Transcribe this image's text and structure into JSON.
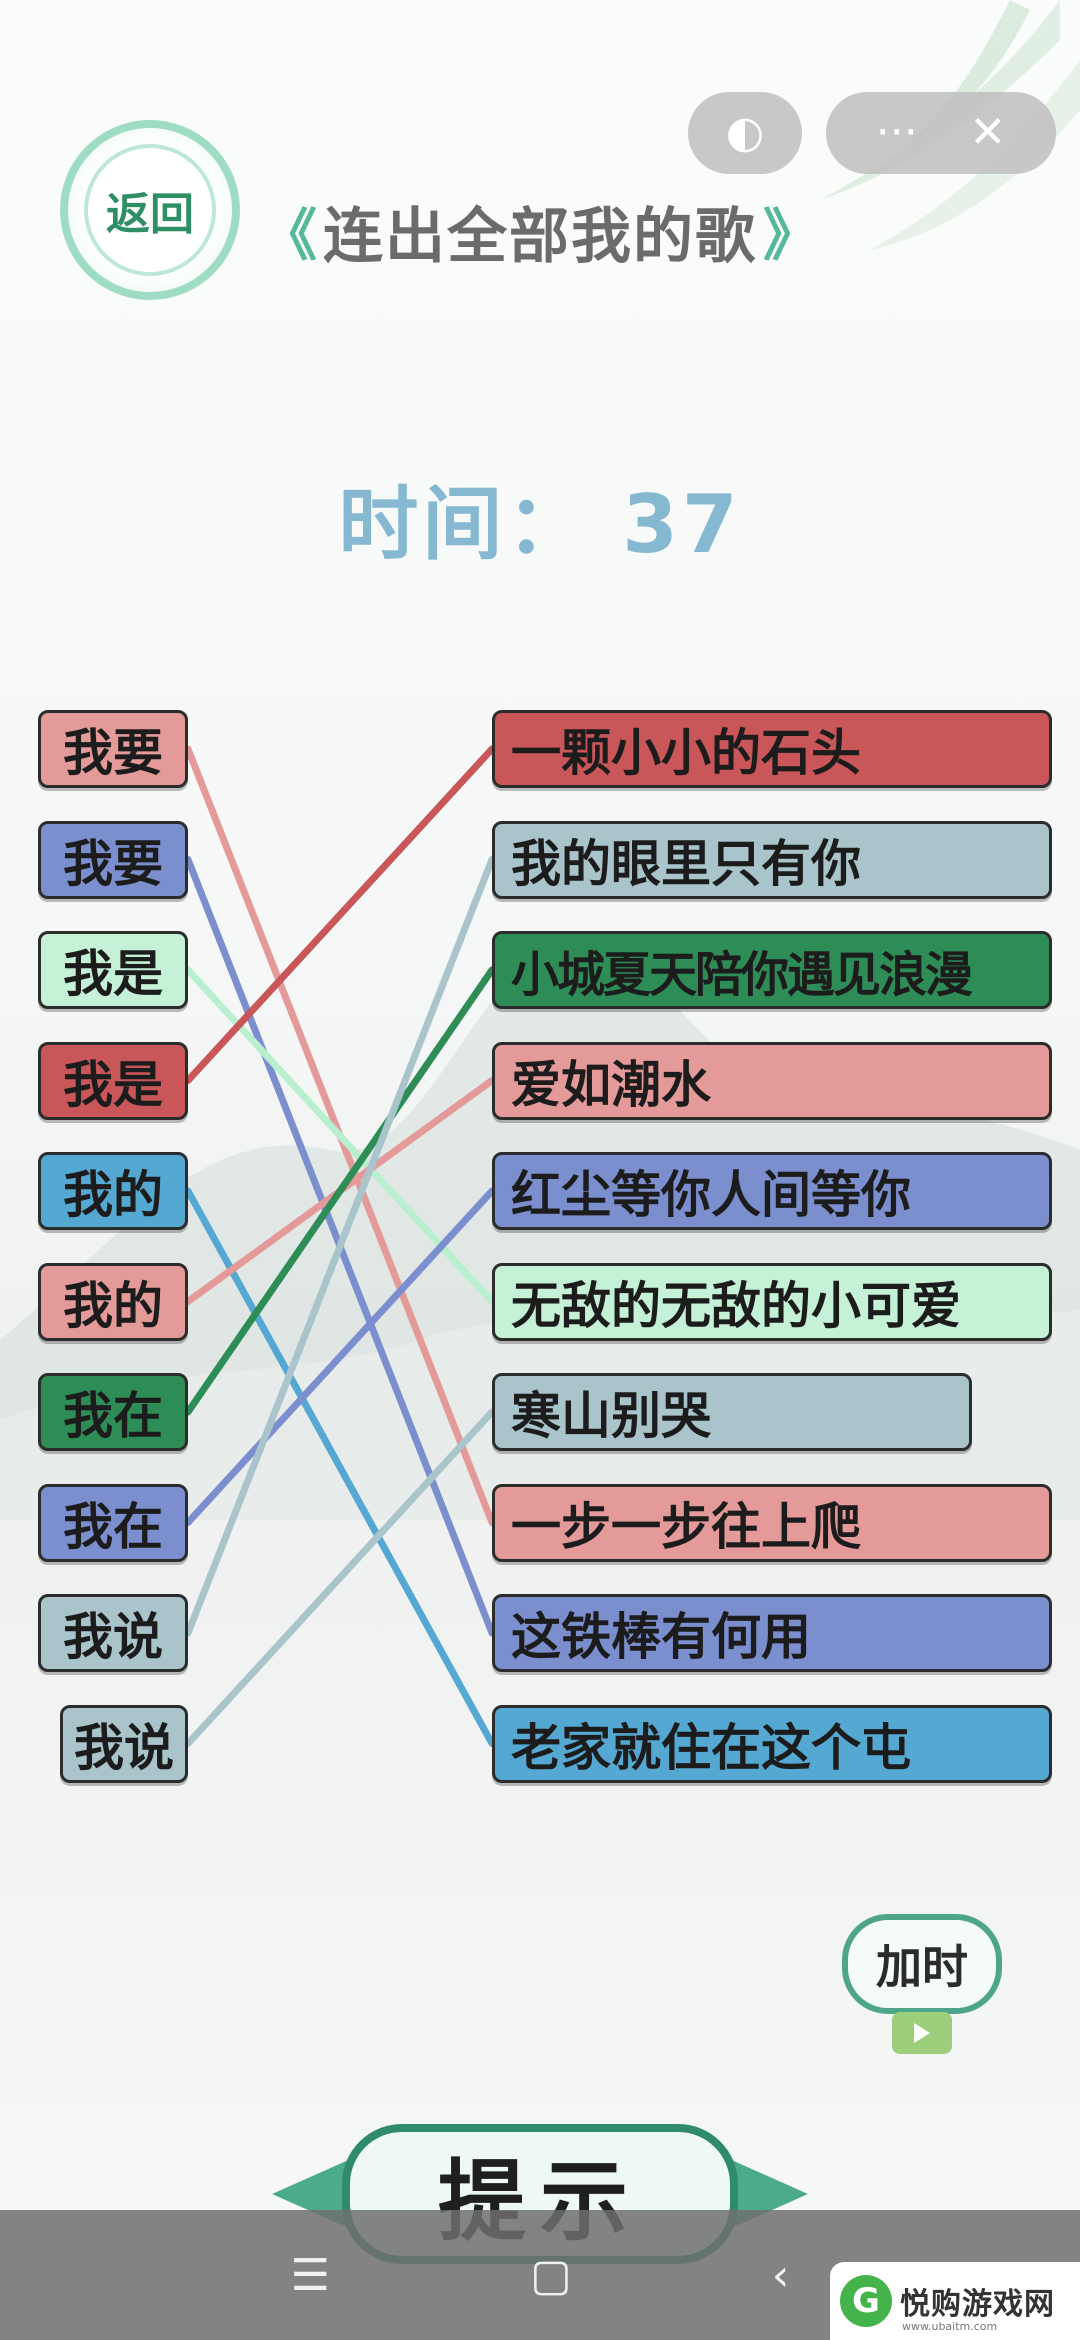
{
  "header": {
    "back_label": "返回",
    "title": "连出全部我的歌",
    "title_deco_left": "《",
    "title_deco_right": "》"
  },
  "capsule": {
    "left_icon": "mini-program-icon",
    "more_icon": "more-dots-icon",
    "close_icon": "close-icon",
    "more_glyph": "···",
    "close_glyph": "✕",
    "left_glyph": "◐"
  },
  "timer": {
    "text": "时间： 37",
    "value": 37
  },
  "left_items": [
    {
      "label": "我要",
      "color": "#e39a99"
    },
    {
      "label": "我要",
      "color": "#7b8fcf"
    },
    {
      "label": "我是",
      "color": "#c5f1d6"
    },
    {
      "label": "我是",
      "color": "#c9575a"
    },
    {
      "label": "我的",
      "color": "#54a8d1"
    },
    {
      "label": "我的",
      "color": "#e39a99"
    },
    {
      "label": "我在",
      "color": "#2e8d57"
    },
    {
      "label": "我在",
      "color": "#7b8fcf"
    },
    {
      "label": "我说",
      "color": "#a9c4cb"
    },
    {
      "label": "我说",
      "color": "#a9c4cb"
    }
  ],
  "right_items": [
    {
      "label": "一颗小小的石头",
      "color": "#c9575a"
    },
    {
      "label": "我的眼里只有你",
      "color": "#a9c4cb"
    },
    {
      "label": "小城夏天陪你遇见浪漫",
      "color": "#2e8d57"
    },
    {
      "label": "爱如潮水",
      "color": "#e39a99"
    },
    {
      "label": "红尘等你人间等你",
      "color": "#7b8fcf"
    },
    {
      "label": "无敌的无敌的小可爱",
      "color": "#c5f1d6"
    },
    {
      "label": "寒山别哭",
      "color": "#a9c4cb"
    },
    {
      "label": "一步一步往上爬",
      "color": "#e39a99"
    },
    {
      "label": "这铁棒有何用",
      "color": "#7b8fcf"
    },
    {
      "label": "老家就住在这个屯",
      "color": "#54a8d1"
    }
  ],
  "connections": [
    {
      "from": 0,
      "to": 7,
      "color": "#e39a99"
    },
    {
      "from": 1,
      "to": 8,
      "color": "#7b8fcf"
    },
    {
      "from": 2,
      "to": 5,
      "color": "#b8f0cf"
    },
    {
      "from": 3,
      "to": 0,
      "color": "#c9575a"
    },
    {
      "from": 4,
      "to": 9,
      "color": "#54a8d1"
    },
    {
      "from": 5,
      "to": 3,
      "color": "#e39a99"
    },
    {
      "from": 6,
      "to": 2,
      "color": "#2e8d57"
    },
    {
      "from": 7,
      "to": 4,
      "color": "#7b8fcf"
    },
    {
      "from": 8,
      "to": 1,
      "color": "#a9c4cb"
    },
    {
      "from": 9,
      "to": 6,
      "color": "#a9c4cb"
    }
  ],
  "add_time": {
    "label": "加时",
    "icon": "video-camera-icon"
  },
  "hint": {
    "label": "提示"
  },
  "navbar": {
    "menu_glyph": "☰",
    "home_glyph": "▢",
    "back_glyph": "‹"
  },
  "watermark": {
    "text": "悦购游戏网",
    "sub": "www.ubaitm.com",
    "logo": "G"
  }
}
